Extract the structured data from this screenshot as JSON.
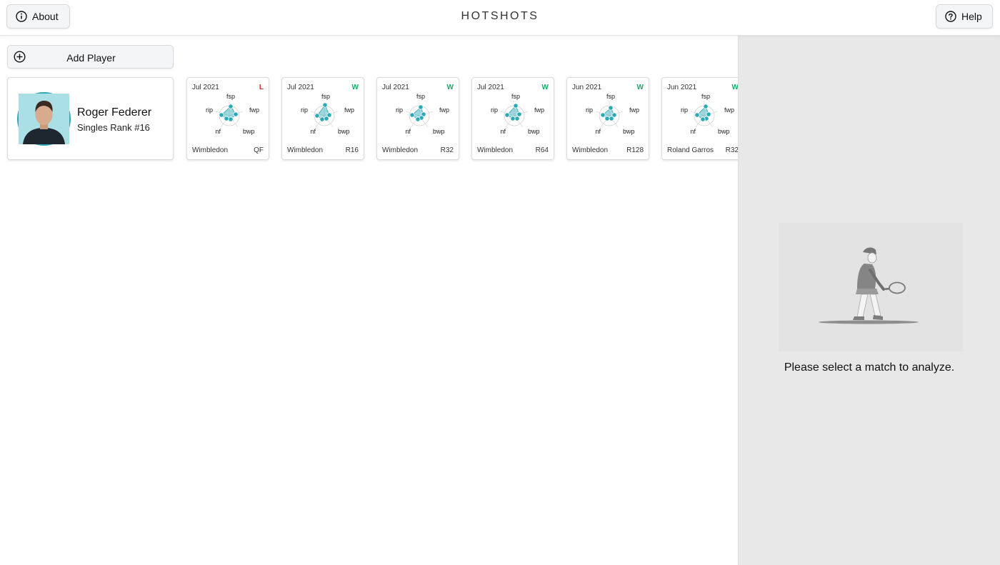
{
  "header": {
    "title": "HOTSHOTS",
    "about_label": "About",
    "help_label": "Help"
  },
  "toolbar": {
    "add_player_label": "Add Player"
  },
  "player": {
    "name": "Roger Federer",
    "rank": "Singles Rank #16"
  },
  "radar_axes": [
    "fsp",
    "fwp",
    "bwp",
    "nf",
    "rip"
  ],
  "matches": [
    {
      "date": "Jul 2021",
      "result": "L",
      "tournament": "Wimbledon",
      "round": "QF"
    },
    {
      "date": "Jul 2021",
      "result": "W",
      "tournament": "Wimbledon",
      "round": "R16"
    },
    {
      "date": "Jul 2021",
      "result": "W",
      "tournament": "Wimbledon",
      "round": "R32"
    },
    {
      "date": "Jul 2021",
      "result": "W",
      "tournament": "Wimbledon",
      "round": "R64"
    },
    {
      "date": "Jun 2021",
      "result": "W",
      "tournament": "Wimbledon",
      "round": "R128"
    },
    {
      "date": "Jun 2021",
      "result": "W",
      "tournament": "Roland Garros",
      "round": "R32"
    }
  ],
  "detail": {
    "empty_message": "Please select a match to analyze."
  },
  "colors": {
    "accent": "#2aa9b6",
    "win": "#17a96b",
    "loss": "#d0342c",
    "panel_bg": "#e8e8e8"
  }
}
